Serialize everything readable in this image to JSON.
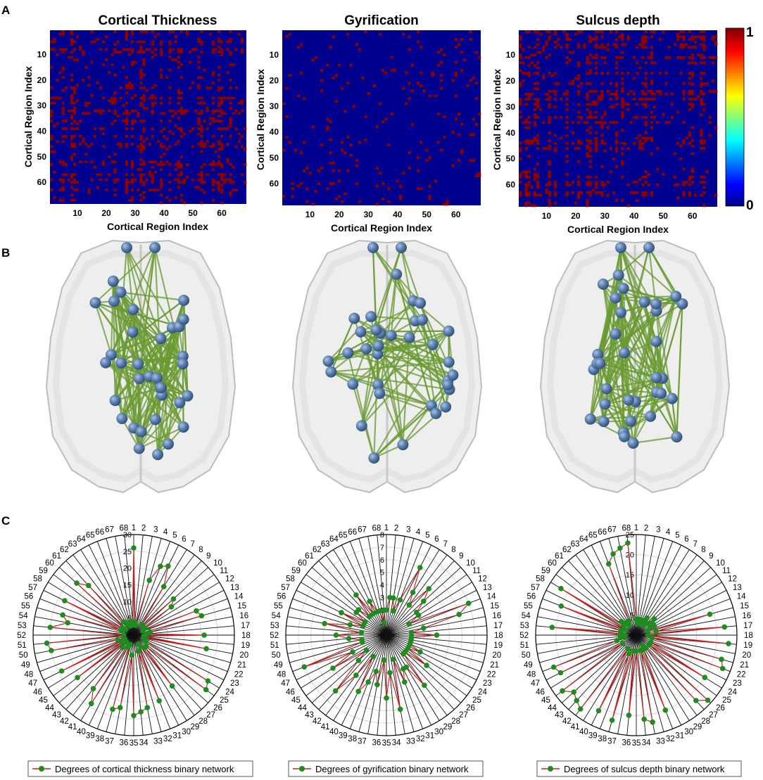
{
  "panel_labels": [
    "A",
    "B",
    "C"
  ],
  "colorbar": {
    "min_label": "0",
    "max_label": "1",
    "colors": [
      "#00008f",
      "#0000ff",
      "#00ffff",
      "#ffff00",
      "#ff0000",
      "#800000"
    ]
  },
  "colors": {
    "matrix_background": "#00008f",
    "matrix_cell": "#8b0000",
    "brain_edge": "#6a9a32",
    "brain_node": "#4a6e9c",
    "degree_line": "#cc2222",
    "degree_marker": "#1e8c1e"
  },
  "chart_data": [
    {
      "type": "heatmap",
      "title": "Cortical Thickness",
      "xlabel": "Cortical Region Index",
      "ylabel": "Cortical Region Index",
      "size": 68,
      "ticks": [
        10,
        20,
        30,
        40,
        50,
        60
      ],
      "value_range": [
        0,
        1
      ],
      "note_values": "binary adjacency matrix (values 0 or 1), blocks read approximately",
      "density": 0.3
    },
    {
      "type": "heatmap",
      "title": "Gyrification",
      "xlabel": "Cortical Region Index",
      "ylabel": "Cortical Region Index",
      "size": 68,
      "ticks": [
        10,
        20,
        30,
        40,
        50,
        60
      ],
      "value_range": [
        0,
        1
      ],
      "density": 0.045
    },
    {
      "type": "heatmap",
      "title": "Sulcus depth",
      "xlabel": "Cortical Region Index",
      "ylabel": "Cortical Region Index",
      "size": 68,
      "ticks": [
        10,
        20,
        30,
        40,
        50,
        60
      ],
      "value_range": [
        0,
        1
      ],
      "density": 0.28
    },
    {
      "type": "line",
      "subtype": "polar",
      "legend": "Degrees of cortical thickness binary network",
      "r_ticks": [
        0,
        5,
        10,
        15,
        20,
        25,
        30
      ],
      "rmax": 30,
      "categories": [
        1,
        2,
        3,
        4,
        5,
        6,
        7,
        8,
        9,
        10,
        11,
        12,
        13,
        14,
        15,
        16,
        17,
        18,
        19,
        20,
        21,
        22,
        23,
        24,
        25,
        26,
        27,
        28,
        29,
        30,
        31,
        32,
        33,
        34,
        35,
        36,
        37,
        38,
        39,
        40,
        41,
        42,
        43,
        44,
        45,
        46,
        47,
        48,
        49,
        50,
        51,
        52,
        53,
        54,
        55,
        56,
        57,
        58,
        59,
        60,
        61,
        62,
        63,
        64,
        65,
        66,
        67,
        68
      ],
      "values": [
        26,
        4,
        3,
        17,
        22,
        23,
        17,
        4,
        4,
        16,
        14,
        4,
        3,
        20,
        21,
        5,
        4,
        21,
        3,
        22,
        3,
        4,
        4,
        26,
        27,
        5,
        5,
        19,
        4,
        3,
        21,
        5,
        22,
        23,
        24,
        6,
        22,
        23,
        3,
        4,
        24,
        20,
        5,
        3,
        21,
        4,
        24,
        3,
        5,
        25,
        26,
        3,
        25,
        20,
        22,
        4,
        23,
        4,
        3,
        23,
        20,
        5,
        4,
        4,
        3,
        4,
        3,
        4
      ]
    },
    {
      "type": "line",
      "subtype": "polar",
      "legend": "Degrees of gyrification binary network",
      "r_ticks": [
        0,
        1,
        2,
        3,
        4,
        5,
        6,
        7,
        8
      ],
      "rmax": 8,
      "categories": [
        1,
        2,
        3,
        4,
        5,
        6,
        7,
        8,
        9,
        10,
        11,
        12,
        13,
        14,
        15,
        16,
        17,
        18,
        19,
        20,
        21,
        22,
        23,
        24,
        25,
        26,
        27,
        28,
        29,
        30,
        31,
        32,
        33,
        34,
        35,
        36,
        37,
        38,
        39,
        40,
        41,
        42,
        43,
        44,
        45,
        46,
        47,
        48,
        49,
        50,
        51,
        52,
        53,
        54,
        55,
        56,
        57,
        58,
        59,
        60,
        61,
        62,
        63,
        64,
        65,
        66,
        67,
        68
      ],
      "values": [
        2,
        3,
        3,
        2,
        3,
        6,
        4,
        3,
        5,
        4,
        3,
        3,
        2,
        7,
        6,
        3,
        2,
        4,
        2,
        2,
        2,
        2,
        3,
        2,
        4,
        2,
        2,
        5,
        3,
        3,
        4,
        2,
        6,
        3,
        5,
        2,
        4,
        3,
        4,
        5,
        2,
        4,
        6,
        3,
        2,
        5,
        3,
        7,
        2,
        2,
        3,
        4,
        2,
        5,
        3,
        2,
        4,
        2,
        3,
        3,
        2,
        4,
        2,
        3,
        2,
        2,
        1,
        2
      ]
    },
    {
      "type": "line",
      "subtype": "polar",
      "legend": "Degrees of sulcus depth binary network",
      "r_ticks": [
        0,
        5,
        10,
        15,
        20,
        25
      ],
      "rmax": 25,
      "categories": [
        1,
        2,
        3,
        4,
        5,
        6,
        7,
        8,
        9,
        10,
        11,
        12,
        13,
        14,
        15,
        16,
        17,
        18,
        19,
        20,
        21,
        22,
        23,
        24,
        25,
        26,
        27,
        28,
        29,
        30,
        31,
        32,
        33,
        34,
        35,
        36,
        37,
        38,
        39,
        40,
        41,
        42,
        43,
        44,
        45,
        46,
        47,
        48,
        49,
        50,
        51,
        52,
        53,
        54,
        55,
        56,
        57,
        58,
        59,
        60,
        61,
        62,
        63,
        64,
        65,
        66,
        67,
        68
      ],
      "values": [
        4,
        3,
        4,
        3,
        4,
        4,
        5,
        3,
        4,
        6,
        5,
        4,
        5,
        3,
        19,
        5,
        22,
        3,
        23,
        4,
        22,
        23,
        4,
        20,
        4,
        24,
        22,
        4,
        3,
        4,
        20,
        4,
        22,
        21,
        4,
        20,
        4,
        22,
        5,
        21,
        4,
        23,
        22,
        21,
        23,
        4,
        21,
        22,
        5,
        3,
        4,
        3,
        21,
        4,
        4,
        20,
        3,
        22,
        4,
        5,
        4,
        3,
        4,
        4,
        19,
        21,
        22,
        23
      ]
    }
  ]
}
